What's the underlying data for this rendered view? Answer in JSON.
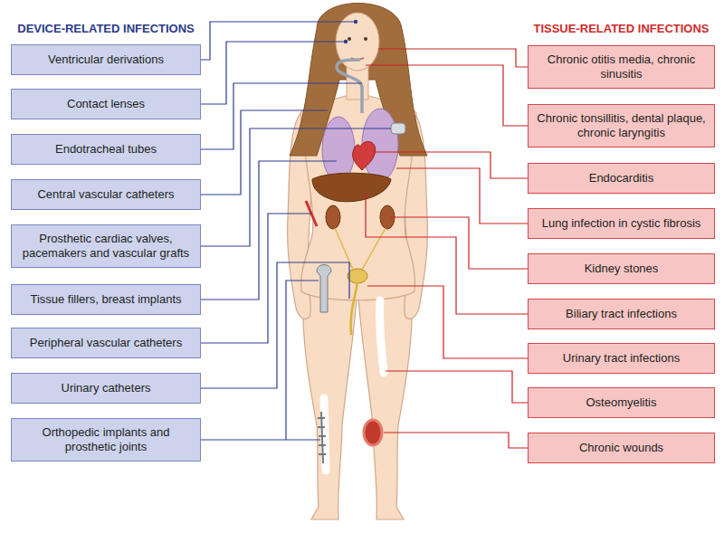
{
  "diagram": {
    "nodes": [
      {
        "text": [
          "Ventricular derivations"
        ]
      },
      {
        "text": [
          "Contact lenses"
        ]
      },
      {
        "text": [
          "Endotracheal tubes"
        ]
      },
      {
        "text": [
          "Central vascular catheters"
        ]
      },
      {
        "text": [
          "Prosthetic cardiac valves, pacemakers and vascular grafts"
        ]
      },
      {
        "text": [
          "Tissue fillers, breast implants"
        ]
      },
      {
        "text": [
          "Peripheral vascular catheters"
        ]
      },
      {
        "text": [
          "Urinary catheters"
        ]
      },
      {
        "text": [
          "Orthopedic implants and prosthetic joints"
        ]
      },
      {
        "text": [
          "Chronic otitis media, chronic sinusitis"
        ]
      },
      {
        "text": [
          "Chronic tonsillitis, dental plaque, chronic laryngitis"
        ]
      },
      {
        "text": [
          "Endocarditis"
        ]
      },
      {
        "text": [
          "Lung infection in cystic fibrosis"
        ]
      },
      {
        "text": [
          "Kidney stones"
        ]
      },
      {
        "text": [
          "Biliary tract infections"
        ]
      },
      {
        "text": [
          "Urinary tract infections"
        ]
      },
      {
        "text": [
          "Osteomyelitis"
        ]
      },
      {
        "text": [
          "Chronic wounds"
        ]
      }
    ],
    "labels": [
      "DEVICE-RELATED INFECTIONS",
      "TISSUE-RELATED INFECTIONS"
    ]
  }
}
